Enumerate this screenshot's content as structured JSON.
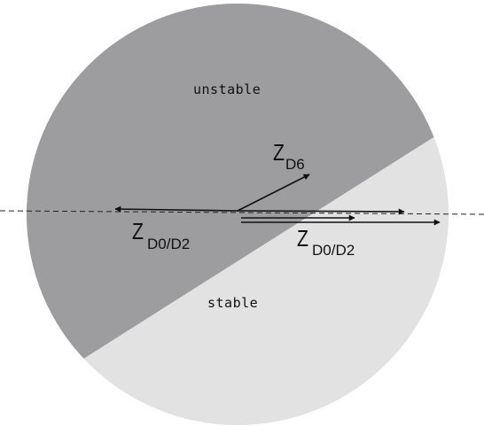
{
  "regions": {
    "unstable_label": "unstable",
    "stable_label": "stable"
  },
  "colors": {
    "unstable_fill": "#9d9d9f",
    "stable_fill": "#e2e2e3",
    "line": "#111111"
  },
  "vectors": {
    "zd6": {
      "main": "Z",
      "sub": "D6"
    },
    "zd0_left": {
      "main": "Z",
      "sub": "D0/D2"
    },
    "zd0_right": {
      "main": "Z",
      "sub": "D0/D2"
    }
  }
}
